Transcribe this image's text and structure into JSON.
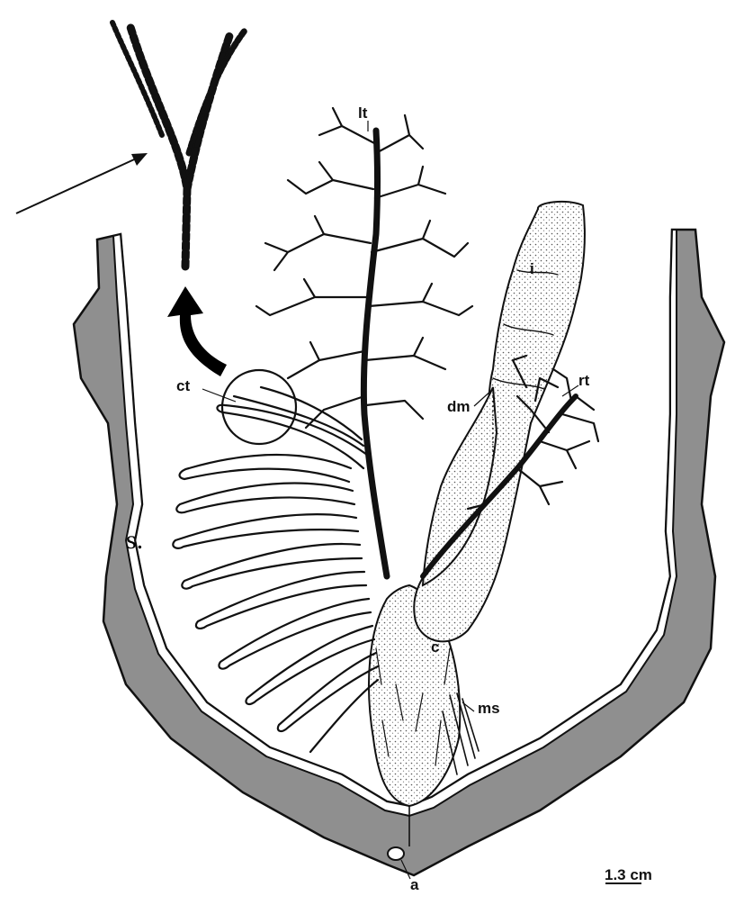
{
  "labels": {
    "lt": "lt",
    "i": "i",
    "rt": "rt",
    "dm": "dm",
    "ct": "ct",
    "c": "c",
    "ms": "ms",
    "a": "a",
    "scale": "1.3 cm",
    "cut_text": "s."
  }
}
